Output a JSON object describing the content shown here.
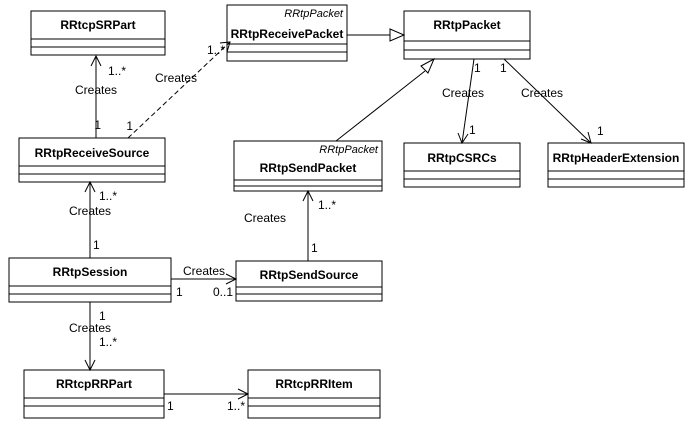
{
  "classes": {
    "rrtcp_sr_part": {
      "name": "RRtcpSRPart",
      "stereotype": ""
    },
    "rrtp_receive_packet": {
      "name": "RRtpReceivePacket",
      "stereotype": "RRtpPacket"
    },
    "rrtp_packet": {
      "name": "RRtpPacket",
      "stereotype": ""
    },
    "rrtp_receive_source": {
      "name": "RRtpReceiveSource",
      "stereotype": ""
    },
    "rrtp_send_packet": {
      "name": "RRtpSendPacket",
      "stereotype": "RRtpPacket"
    },
    "rrtp_csrcs": {
      "name": "RRtpCSRCs",
      "stereotype": ""
    },
    "rrtp_header_extension": {
      "name": "RRtpHeaderExtension",
      "stereotype": ""
    },
    "rrtp_session": {
      "name": "RRtpSession",
      "stereotype": ""
    },
    "rrtp_send_source": {
      "name": "RRtpSendSource",
      "stereotype": ""
    },
    "rrtcp_rr_part": {
      "name": "RRtcpRRPart",
      "stereotype": ""
    },
    "rrtcp_rr_item": {
      "name": "RRtcpRRItem",
      "stereotype": ""
    }
  },
  "relations": {
    "receive_source_to_sr_part": {
      "label": "Creates",
      "source_mult": "1",
      "target_mult": "1..*"
    },
    "receive_source_to_receive_packet": {
      "label": "Creates",
      "source_mult": "1",
      "target_mult": "1..*"
    },
    "receive_packet_to_packet": {
      "label": "",
      "source_mult": "",
      "target_mult": ""
    },
    "send_packet_to_packet": {
      "label": "",
      "source_mult": "",
      "target_mult": ""
    },
    "packet_to_csrcs": {
      "label": "Creates",
      "source_mult": "1",
      "target_mult": "1"
    },
    "packet_to_header_extension": {
      "label": "Creates",
      "source_mult": "1",
      "target_mult": "1"
    },
    "session_to_receive_source": {
      "label": "Creates",
      "source_mult": "1",
      "target_mult": "1..*"
    },
    "send_source_to_send_packet": {
      "label": "Creates",
      "source_mult": "1",
      "target_mult": "1..*"
    },
    "session_to_send_source": {
      "label": "Creates",
      "source_mult": "1",
      "target_mult": "0..1"
    },
    "session_to_rr_part": {
      "label": "Creates",
      "source_mult": "1",
      "target_mult": "1..*"
    },
    "rr_part_to_rr_item": {
      "label": "",
      "source_mult": "1",
      "target_mult": "1..*"
    }
  }
}
